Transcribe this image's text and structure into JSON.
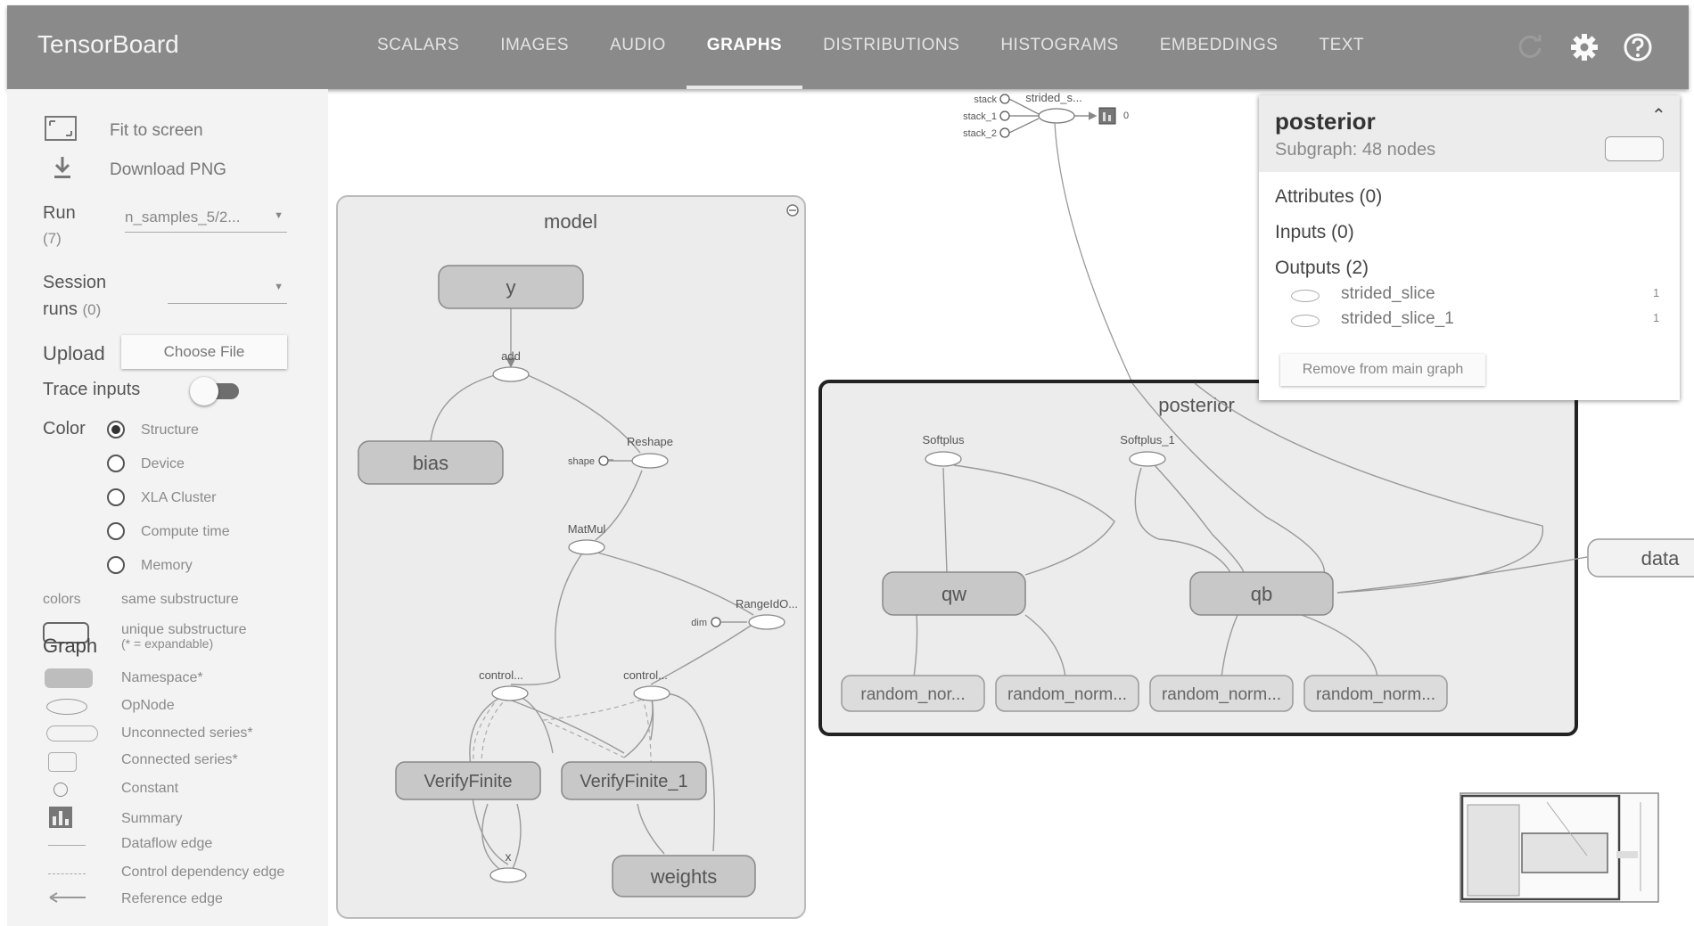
{
  "header": {
    "brand": "TensorBoard",
    "tabs": [
      {
        "label": "SCALARS"
      },
      {
        "label": "IMAGES"
      },
      {
        "label": "AUDIO"
      },
      {
        "label": "GRAPHS",
        "active": true
      },
      {
        "label": "DISTRIBUTIONS"
      },
      {
        "label": "HISTOGRAMS"
      },
      {
        "label": "EMBEDDINGS"
      },
      {
        "label": "TEXT"
      }
    ],
    "icons": [
      "refresh-icon",
      "gear-icon",
      "help-icon"
    ]
  },
  "sidebar": {
    "fit_label": "Fit to screen",
    "download_label": "Download PNG",
    "run_label": "Run",
    "run_count": "(7)",
    "run_value": "n_samples_5/2...",
    "session_label": "Session",
    "session_label2": "runs",
    "session_count": "(0)",
    "upload_label": "Upload",
    "choose_file": "Choose File",
    "trace_label": "Trace inputs",
    "color_label": "Color",
    "color_options": [
      {
        "label": "Structure",
        "selected": true
      },
      {
        "label": "Device",
        "selected": false
      },
      {
        "label": "XLA Cluster",
        "selected": false
      },
      {
        "label": "Compute time",
        "selected": false
      },
      {
        "label": "Memory",
        "selected": false
      }
    ],
    "colors_label": "colors",
    "same_sub": "same substructure",
    "unique_sub": "unique substructure",
    "expandable": "(* = expandable)",
    "graph_label": "Graph",
    "legend": [
      {
        "label": "Namespace*",
        "icon": "namespace-icon"
      },
      {
        "label": "OpNode",
        "icon": "opnode-icon"
      },
      {
        "label": "Unconnected series*",
        "icon": "unconnected-series-icon"
      },
      {
        "label": "Connected series*",
        "icon": "connected-series-icon"
      },
      {
        "label": "Constant",
        "icon": "constant-icon"
      },
      {
        "label": "Summary",
        "icon": "summary-icon"
      },
      {
        "label": "Dataflow edge",
        "icon": "dataflow-edge-icon"
      },
      {
        "label": "Control dependency edge",
        "icon": "control-edge-icon"
      },
      {
        "label": "Reference edge",
        "icon": "reference-edge-icon"
      }
    ]
  },
  "graph": {
    "model": {
      "title": "model",
      "nodes": {
        "y": "y",
        "add": "add",
        "bias": "bias",
        "reshape": "Reshape",
        "shape": "shape",
        "matmul": "MatMul",
        "range": "RangeIdO...",
        "dim": "dim",
        "control1": "control...",
        "control2": "control...",
        "verify1": "VerifyFinite",
        "verify2": "VerifyFinite_1",
        "weights": "weights",
        "x": "x"
      }
    },
    "posterior": {
      "title": "posterior",
      "nodes": {
        "softplus": "Softplus",
        "softplus1": "Softplus_1",
        "qw": "qw",
        "qb": "qb",
        "rn1": "random_nor...",
        "rn2": "random_norm...",
        "rn3": "random_norm...",
        "rn4": "random_norm..."
      }
    },
    "top": {
      "stack": "stack",
      "stack1": "stack_1",
      "stack2": "stack_2",
      "strided": "strided_s...",
      "small_num": "0"
    },
    "data": "data"
  },
  "info": {
    "title": "posterior",
    "subtitle": "Subgraph: 48 nodes",
    "attributes": "Attributes (0)",
    "inputs": "Inputs (0)",
    "outputs": "Outputs (2)",
    "output_items": [
      {
        "label": "strided_slice",
        "count": "1"
      },
      {
        "label": "strided_slice_1",
        "count": "1"
      }
    ],
    "remove_button": "Remove from main graph"
  }
}
